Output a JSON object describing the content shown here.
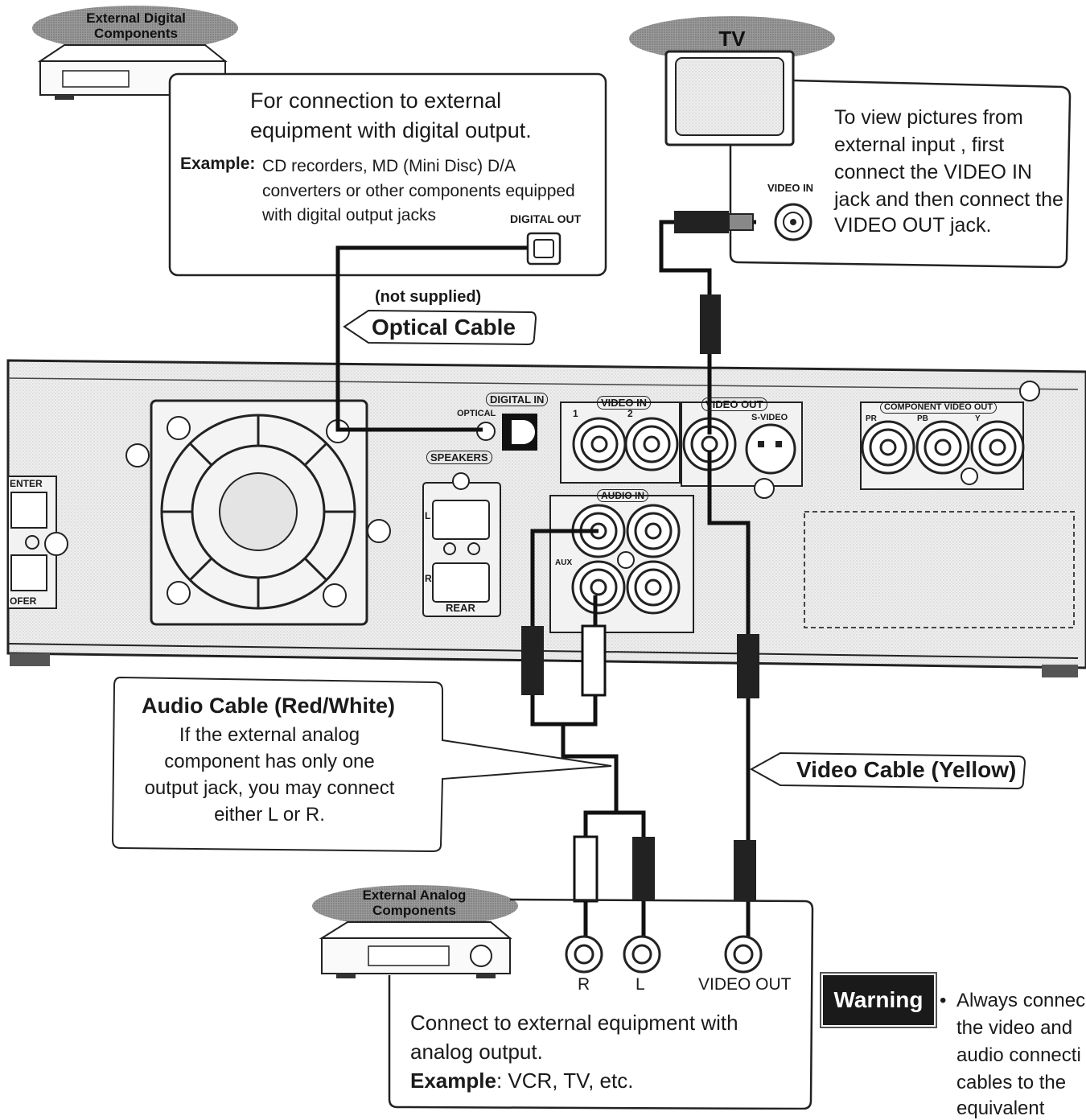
{
  "ovals": {
    "digital": [
      "External Digital",
      "Components"
    ],
    "tv": "TV",
    "analog": [
      "External Analog",
      "Components"
    ]
  },
  "digital_box": {
    "line1": "For connection to external",
    "line2": "equipment with digital output.",
    "example_label": "Example",
    "example_lines": [
      "CD recorders, MD (Mini Disc) D/A",
      "converters or other components equipped",
      "with digital output jacks"
    ],
    "jack_label": "DIGITAL OUT"
  },
  "optical": {
    "note": "(not supplied)",
    "name": "Optical Cable"
  },
  "tv_box": {
    "jack_label": "VIDEO IN",
    "lines": [
      "To view pictures from",
      "external input , first",
      "connect the VIDEO IN",
      "jack and then connect the",
      "VIDEO OUT jack."
    ]
  },
  "panel": {
    "digital_in": "DIGITAL  IN",
    "optical": "OPTICAL",
    "speakers": "SPEAKERS",
    "spk_l": "L",
    "spk_r": "R",
    "rear": "REAR",
    "video_in": "VIDEO  IN",
    "vin_1": "1",
    "vin_2": "2",
    "video_out": "VIDEO  OUT",
    "svideo": "S-VIDEO",
    "audio_in": "AUDIO IN",
    "aux": "AUX",
    "component_out": "COMPONENT  VIDEO OUT",
    "pr": "PR",
    "pb": "PB",
    "y": "Y",
    "center": "ENTER",
    "woofer": "OFER"
  },
  "audio_callout": {
    "title": "Audio Cable (Red/White)",
    "lines": [
      "If the external analog",
      "component has only one",
      "output jack, you may connect",
      "either L or R."
    ]
  },
  "video_callout": {
    "title": "Video Cable (Yellow)"
  },
  "analog_box": {
    "jack_r": "R",
    "jack_l": "L",
    "jack_video": "VIDEO OUT",
    "line1": "Connect to external equipment with",
    "line2": "analog output.",
    "example_label": "Example",
    "example_text": ": VCR, TV, etc."
  },
  "warning": {
    "badge": "Warning",
    "lines": [
      "Always connec",
      "the video and",
      "audio connecti",
      "cables to the",
      "equivalent"
    ]
  },
  "colors": {
    "ink": "#1a1a1a",
    "panel": "#e9e9e9",
    "oval": "#8a8a8a",
    "cable": "#111111"
  }
}
